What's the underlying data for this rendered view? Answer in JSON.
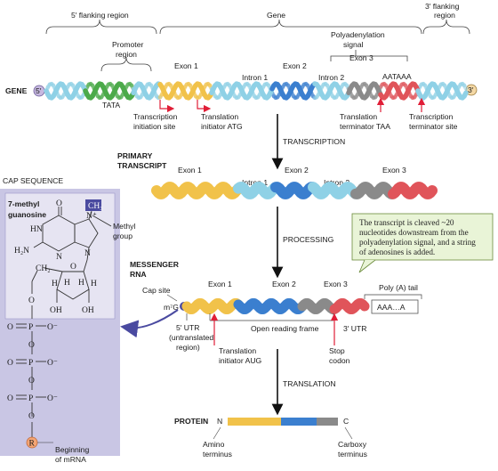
{
  "gene": {
    "label": "GENE",
    "end5": "5′",
    "end3": "3′",
    "brackets": {
      "flank5": "5′ flanking region",
      "gene": "Gene",
      "flank3_line1": "3′ flanking",
      "flank3_line2": "region"
    },
    "promoter_line1": "Promoter",
    "promoter_line2": "region",
    "tata": "TATA",
    "exon1": "Exon 1",
    "intron1": "Intron 1",
    "exon2": "Exon 2",
    "intron2": "Intron 2",
    "exon3": "Exon 3",
    "polyA_line1": "Polyadenylation",
    "polyA_line2": "signal",
    "aataaa": "AATAAA",
    "tis_line1": "Transcription",
    "tis_line2": "initiation site",
    "atg_line1": "Translation",
    "atg_line2": "initiator ATG",
    "taa_line1": "Translation",
    "taa_line2": "terminator TAA",
    "tts_line1": "Transcription",
    "tts_line2": "terminator site"
  },
  "steps": {
    "transcription": "TRANSCRIPTION",
    "processing": "PROCESSING",
    "translation": "TRANSLATION"
  },
  "primary": {
    "label_line1": "PRIMARY",
    "label_line2": "TRANSCRIPT",
    "exon1": "Exon 1",
    "intron1": "Intron 1",
    "exon2": "Exon 2",
    "intron2": "Intron 2",
    "exon3": "Exon 3"
  },
  "note": {
    "line1": "The transcript is cleaved ~20",
    "line2": "nucleotides downstream from the",
    "line3": "polyadenylation signal, and a string",
    "line4": "of adenosines is added."
  },
  "mrna": {
    "label_line1": "MESSENGER",
    "label_line2": "RNA",
    "cap_site": "Cap site",
    "m7g": "m⁷G",
    "exon1": "Exon 1",
    "exon2": "Exon 2",
    "exon3": "Exon 3",
    "polyA_tail": "Poly (A) tail",
    "aaa": "AAA…A",
    "utr5_line1": "5′ UTR",
    "utr5_line2": "(untranslated",
    "utr5_line3": "region)",
    "orf": "Open reading frame",
    "utr3": "3′ UTR",
    "aug_line1": "Translation",
    "aug_line2": "initiator AUG",
    "stop_line1": "Stop",
    "stop_line2": "codon"
  },
  "protein": {
    "label": "PROTEIN",
    "n": "N",
    "c": "C",
    "amino_line1": "Amino",
    "amino_line2": "terminus",
    "carboxy_line1": "Carboxy",
    "carboxy_line2": "terminus"
  },
  "cap": {
    "title": "CAP SEQUENCE",
    "name_line1": "7-methyl",
    "name_line2": "guanosine",
    "ch3": "CH₃",
    "methyl_line1": "Methyl",
    "methyl_line2": "group",
    "o": "O",
    "n": "N",
    "nplus": "N⁺",
    "h2n": "H₂N",
    "hn": "HN",
    "ch2": "CH₂",
    "h": "H",
    "oh": "OH",
    "r": "R",
    "ominus": "O⁻",
    "beginning_line1": "Beginning",
    "beginning_line2": "of mRNA"
  },
  "colors": {
    "green": "#4caa4a",
    "yellow": "#f1c24a",
    "blue": "#3b7fcf",
    "gray": "#8a8a8a",
    "red": "#e0545a",
    "cyan": "#8fd1e6",
    "purple_panel": "#c9c6e4",
    "purple_inner": "#e6e4f2",
    "note_bg": "#e9f4d7",
    "arrow_red": "#e01e37"
  }
}
